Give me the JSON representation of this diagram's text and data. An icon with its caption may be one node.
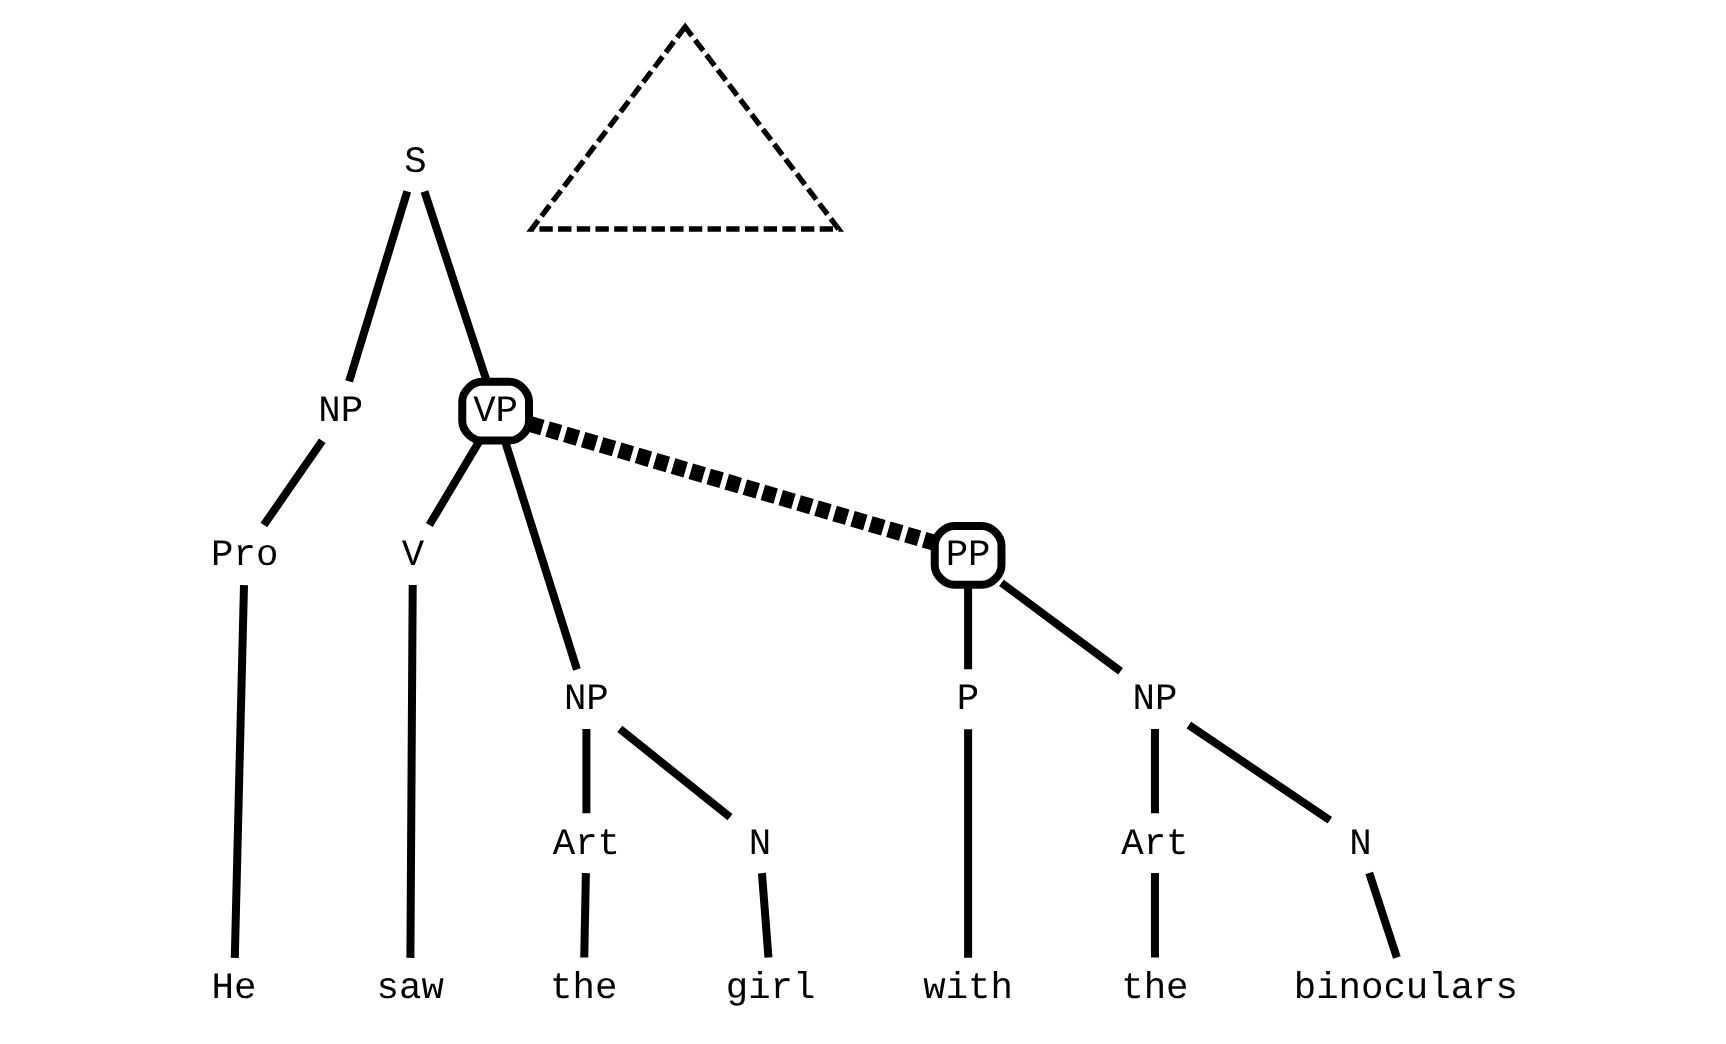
{
  "diagram": {
    "nodes": [
      {
        "text": [
          "S"
        ]
      },
      {
        "text": [
          "NP"
        ]
      },
      {
        "text": [
          "VP"
        ]
      },
      {
        "text": [
          "Pro"
        ]
      },
      {
        "text": [
          "V"
        ]
      },
      {
        "text": [
          "NP"
        ]
      },
      {
        "text": [
          "PP"
        ]
      },
      {
        "text": [
          "Art"
        ]
      },
      {
        "text": [
          "N"
        ]
      },
      {
        "text": [
          "P"
        ]
      },
      {
        "text": [
          "NP"
        ]
      },
      {
        "text": [
          "Art"
        ]
      },
      {
        "text": [
          "N"
        ]
      },
      {
        "text": [
          "He"
        ]
      },
      {
        "text": [
          "saw"
        ]
      },
      {
        "text": [
          "the"
        ]
      },
      {
        "text": [
          "girl"
        ]
      },
      {
        "text": [
          "with"
        ]
      },
      {
        "text": [
          "the"
        ]
      },
      {
        "text": [
          "binoculars"
        ]
      },
      {
        "text": [],
        "shape": "triangle"
      }
    ],
    "edges": [
      {
        "from": 0,
        "to": 1,
        "arrow": "none"
      },
      {
        "from": 0,
        "to": 2,
        "arrow": "none"
      },
      {
        "from": 1,
        "to": 3,
        "arrow": "none"
      },
      {
        "from": 2,
        "to": 4,
        "arrow": "none"
      },
      {
        "from": 2,
        "to": 5,
        "arrow": "none"
      },
      {
        "from": 2,
        "to": 6,
        "arrow": "none",
        "style": "dashed"
      },
      {
        "from": 5,
        "to": 7,
        "arrow": "none"
      },
      {
        "from": 5,
        "to": 8,
        "arrow": "none"
      },
      {
        "from": 6,
        "to": 9,
        "arrow": "none"
      },
      {
        "from": 6,
        "to": 10,
        "arrow": "none"
      },
      {
        "from": 10,
        "to": 11,
        "arrow": "none"
      },
      {
        "from": 10,
        "to": 12,
        "arrow": "none"
      },
      {
        "from": 3,
        "to": 13,
        "arrow": "none"
      },
      {
        "from": 4,
        "to": 14,
        "arrow": "none"
      },
      {
        "from": 7,
        "to": 15,
        "arrow": "none"
      },
      {
        "from": 8,
        "to": 16,
        "arrow": "none"
      },
      {
        "from": 9,
        "to": 17,
        "arrow": "none"
      },
      {
        "from": 11,
        "to": 18,
        "arrow": "none"
      },
      {
        "from": 12,
        "to": 19,
        "arrow": "none"
      }
    ]
  }
}
